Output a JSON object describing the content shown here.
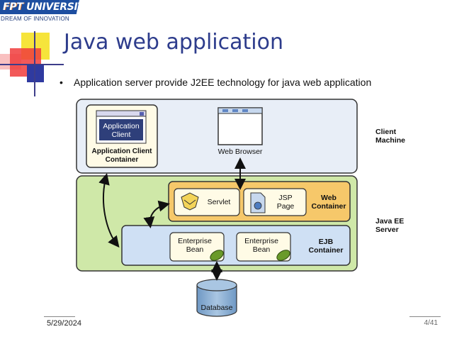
{
  "logo": {
    "brand_prefix": "FPT",
    "brand_name": "UNIVERSITY",
    "slogan": "DREAM OF INNOVATION"
  },
  "slide": {
    "title": "Java web application",
    "bullet": "Application server provide J2EE technology for java web application"
  },
  "diagram": {
    "client_machine_label": "Client\nMachine",
    "java_ee_server_label": "Java EE\nServer",
    "app_client_screen": "Application\nClient",
    "app_client_container": "Application Client\nContainer",
    "web_browser": "Web Browser",
    "servlet": "Servlet",
    "jsp_page": "JSP\nPage",
    "web_container": "Web\nContainer",
    "enterprise_bean_1": "Enterprise\nBean",
    "enterprise_bean_2": "Enterprise\nBean",
    "ejb_container": "EJB\nContainer",
    "database": "Database",
    "colors": {
      "client_machine_fill": "#e8eef7",
      "server_fill": "#cfe8a8",
      "web_container_fill": "#f6c86a",
      "ejb_container_fill": "#cfe0f4",
      "box_fill": "#fffbe6",
      "database_fill": "#8fb3d6",
      "bean_fill": "#6a9a2a",
      "border": "#333333"
    }
  },
  "footer": {
    "date": "5/29/2024",
    "page": "4/41"
  }
}
